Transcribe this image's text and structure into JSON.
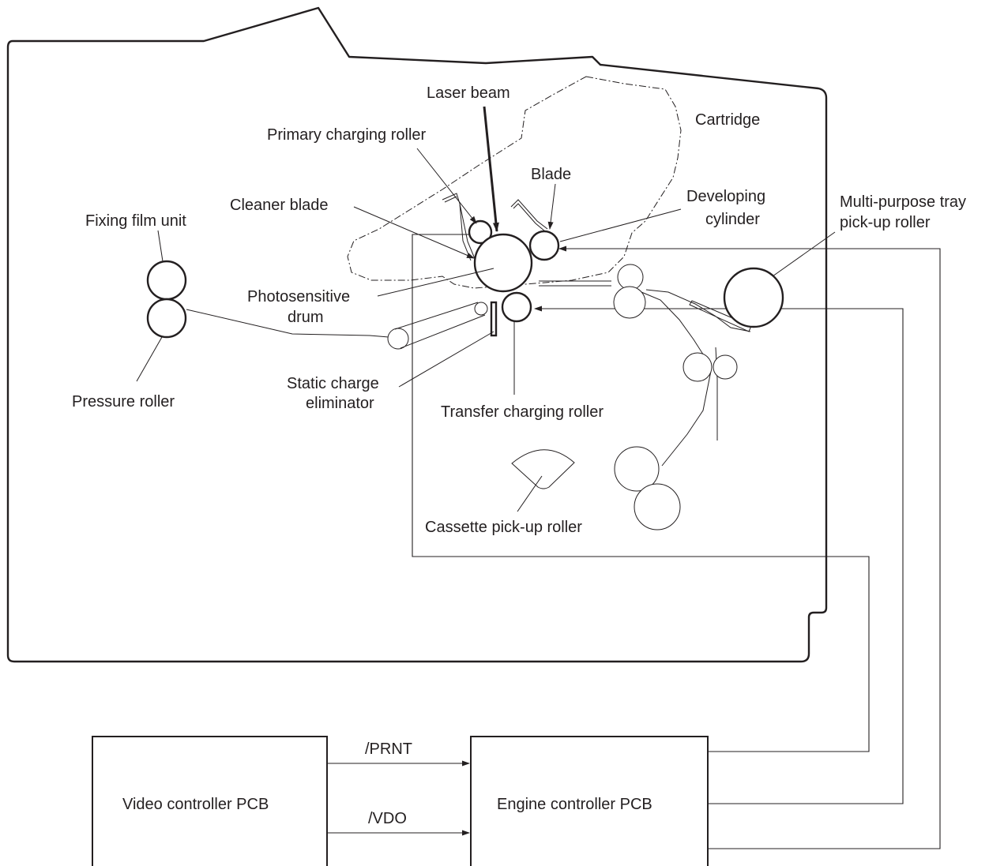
{
  "labels": {
    "laser_beam": "Laser beam",
    "cartridge": "Cartridge",
    "primary_charging_roller": "Primary charging roller",
    "blade": "Blade",
    "cleaner_blade": "Cleaner blade",
    "developing_cylinder_line1": "Developing",
    "developing_cylinder_line2": "cylinder",
    "multi_purpose_line1": "Multi-purpose tray",
    "multi_purpose_line2": "pick-up roller",
    "fixing_film_unit": "Fixing film unit",
    "photosensitive_line1": "Photosensitive",
    "photosensitive_line2": "drum",
    "pressure_roller": "Pressure roller",
    "static_charge_line1": "Static charge",
    "static_charge_line2": "eliminator",
    "transfer_charging_roller": "Transfer charging roller",
    "cassette_pickup_roller": "Cassette pick-up roller"
  },
  "pcb": {
    "video_controller": "Video controller PCB",
    "engine_controller": "Engine controller PCB"
  },
  "signals": {
    "prnt": "/PRNT",
    "vdo": "/VDO"
  }
}
